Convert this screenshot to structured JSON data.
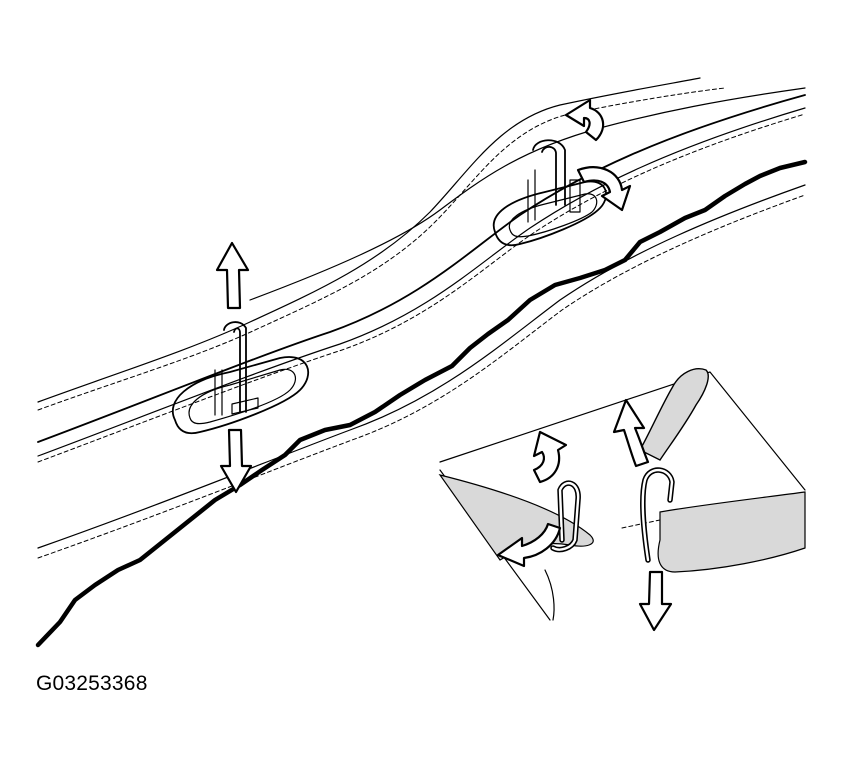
{
  "figure": {
    "id_label": "G03253368"
  },
  "colors": {
    "ink": "#000000",
    "shade": "#d9d9d9",
    "background": "#ffffff"
  },
  "icons": {
    "arrow": "double-headed-curved-arrow",
    "clip": "retaining-clip"
  }
}
